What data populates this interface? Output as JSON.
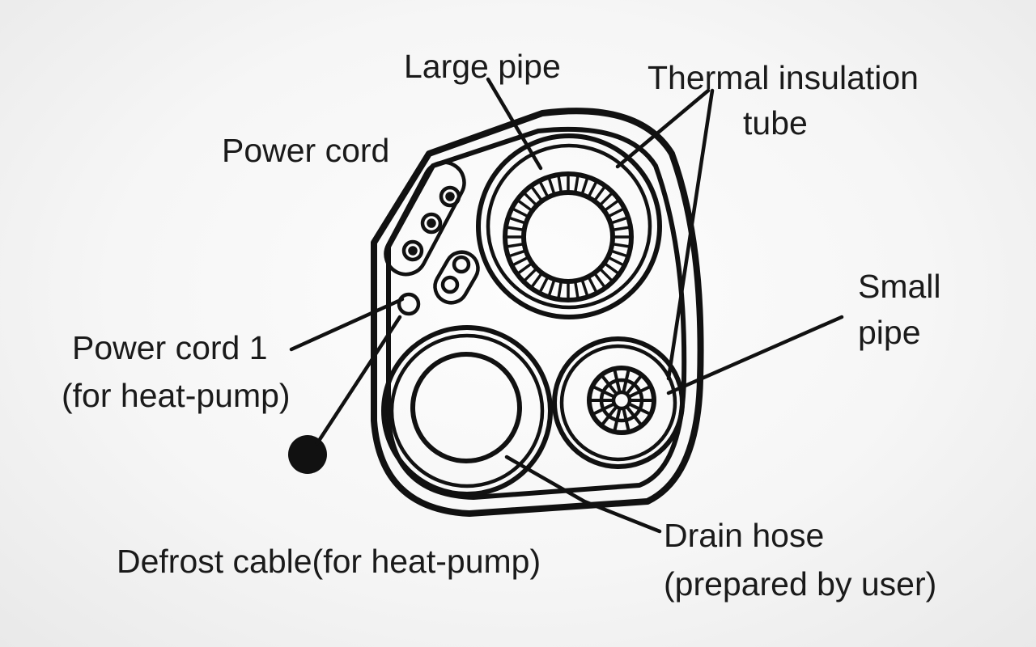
{
  "labels": {
    "large_pipe": "Large pipe",
    "thermal_insulation_line1": "Thermal insulation",
    "thermal_insulation_line2": "tube",
    "power_cord": "Power cord",
    "small_pipe_line1": "Small",
    "small_pipe_line2": "pipe",
    "power_cord_1_line1": "Power cord 1",
    "power_cord_1_line2": "(for heat-pump)",
    "defrost_cable": "Defrost cable(for heat-pump)",
    "drain_hose_line1": "Drain hose",
    "drain_hose_line2": "(prepared by user)"
  },
  "colors": {
    "ink": "#111111",
    "background": "#f6f6f6"
  }
}
